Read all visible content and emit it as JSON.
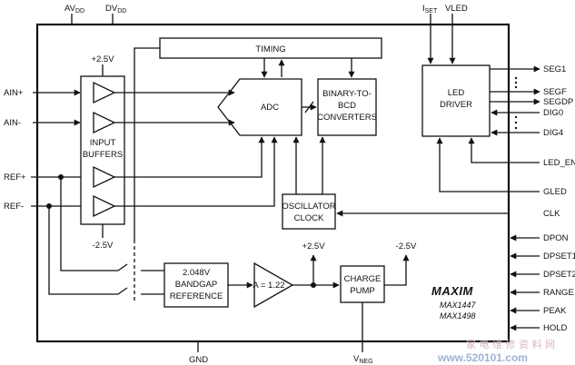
{
  "top_pins": {
    "avdd": "AV",
    "avdd_sub": "DD",
    "dvdd": "DV",
    "dvdd_sub": "DD",
    "iset": "I",
    "iset_sub": "SET",
    "vled": "VLED"
  },
  "left_pins": {
    "ain_plus": "AIN+",
    "ain_minus": "AIN-",
    "ref_plus": "REF+",
    "ref_minus": "REF-"
  },
  "right_pins": {
    "seg1": "SEG1",
    "segf": "SEGF",
    "segdp": "SEGDP",
    "dig0": "DIG0",
    "dig4": "DIG4",
    "led_en": "LED_EN",
    "gled": "GLED",
    "clk": "CLK",
    "dpon": "DPON",
    "dpset1": "DPSET1",
    "dpset2": "DPSET2",
    "range": "RANGE",
    "peak": "PEAK",
    "hold": "HOLD"
  },
  "bottom_pins": {
    "gnd": "GND",
    "vneg": "V",
    "vneg_sub": "NEG"
  },
  "blocks": {
    "timing": "TIMING",
    "adc": "ADC",
    "bcd_line1": "BINARY-TO-",
    "bcd_line2": "BCD",
    "bcd_line3": "CONVERTERS",
    "led_line1": "LED",
    "led_line2": "DRIVER",
    "osc_line1": "OSCILLATOR",
    "osc_line2": "CLOCK",
    "bandgap_line1": "2.048V",
    "bandgap_line2": "BANDGAP",
    "bandgap_line3": "REFERENCE",
    "amp": "A = 1.22",
    "pump_line1": "CHARGE",
    "pump_line2": "PUMP",
    "buffers_line1": "INPUT",
    "buffers_line2": "BUFFERS"
  },
  "rails": {
    "buf_top": "+2.5V",
    "buf_bottom": "-2.5V",
    "pos": "+2.5V",
    "neg": "-2.5V"
  },
  "brand": {
    "logo": "MAXIM",
    "part1": "MAX1447",
    "part2": "MAX1498"
  },
  "watermark": {
    "cn": "家 电 维 修 资 料 网",
    "url": "www.520101.com"
  }
}
